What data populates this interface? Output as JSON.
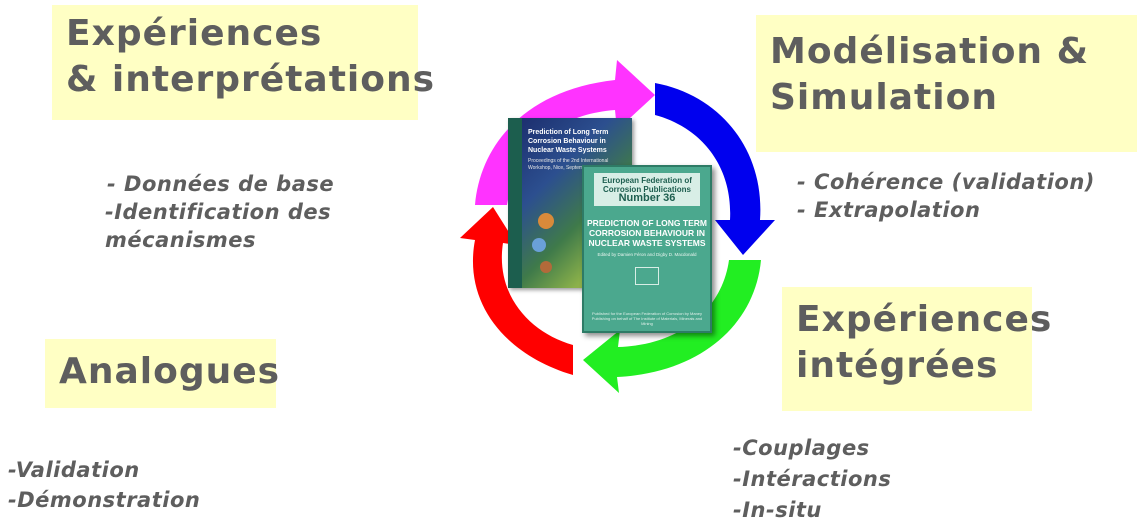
{
  "experiences_box": {
    "lines": [
      "Expériences",
      "& interprétations"
    ]
  },
  "experiences_bullets": [
    "- Données de base",
    "-Identification des",
    "mécanismes"
  ],
  "modelisation_box": {
    "lines": [
      "Modélisation &",
      "Simulation"
    ]
  },
  "modelisation_bullets": [
    "- Cohérence (validation)",
    "- Extrapolation"
  ],
  "integrees_box": {
    "lines": [
      "Expériences",
      "intégrées"
    ]
  },
  "integrees_bullets": [
    "-Couplages",
    "-Intéractions",
    "-In-situ"
  ],
  "analogues_box": {
    "lines": [
      "Analogues"
    ]
  },
  "analogues_bullets": [
    "-Validation",
    "-Démonstration"
  ],
  "book_back": {
    "title": "Prediction of Long Term Corrosion Behaviour in Nuclear Waste Systems",
    "subtitle": "Proceedings of the 2nd International Workshop, Nice, September 2004"
  },
  "book_front": {
    "publisher": "European Federation of Corrosion Publications",
    "number": "Number 36",
    "title": "PREDICTION OF LONG TERM CORROSION BEHAVIOUR IN NUCLEAR WASTE SYSTEMS",
    "editors": "Edited by Damien Féron and Digby D. Macdonald",
    "footer": "Published for the European Federation of Corrosion by Maney Publishing on behalf of The Institute of Materials, Minerals and Mining"
  },
  "colors": {
    "box_fill": "#ffffc4",
    "text": "#5e5e5e",
    "arrow_top": "#ff33ff",
    "arrow_right": "#0000ee",
    "arrow_bottom": "#22ee22",
    "arrow_left": "#ff0000"
  }
}
